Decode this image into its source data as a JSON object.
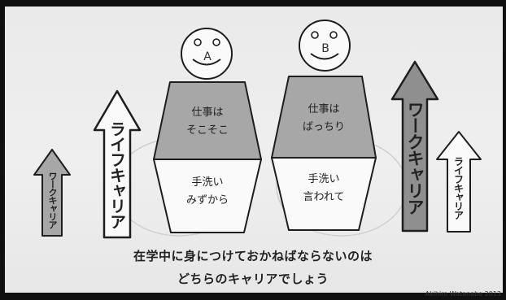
{
  "arrows": {
    "left_small": "ワークキャリア",
    "left_big": "ライフキャリア",
    "right_big": "ワークキャリア",
    "right_small": "ライフキャリア"
  },
  "figure_a": {
    "label": "A",
    "upper_line1": "仕事は",
    "upper_line2": "そこそこ",
    "lower_line1": "手洗い",
    "lower_line2": "みずから"
  },
  "figure_b": {
    "label": "B",
    "upper_line1": "仕事は",
    "upper_line2": "ばっちり",
    "lower_line1": "手洗い",
    "lower_line2": "言われて"
  },
  "caption": {
    "line1": "在学中に身につけておかねばならないのは",
    "line2": "どちらのキャリアでしょう"
  },
  "credit": "Akihiro Watanabe 2013",
  "colors": {
    "gray_fill": "#a7a7a7",
    "dark_fill": "#8f8f8f",
    "white_fill": "#fafafa",
    "stroke": "#1e1e1e"
  }
}
